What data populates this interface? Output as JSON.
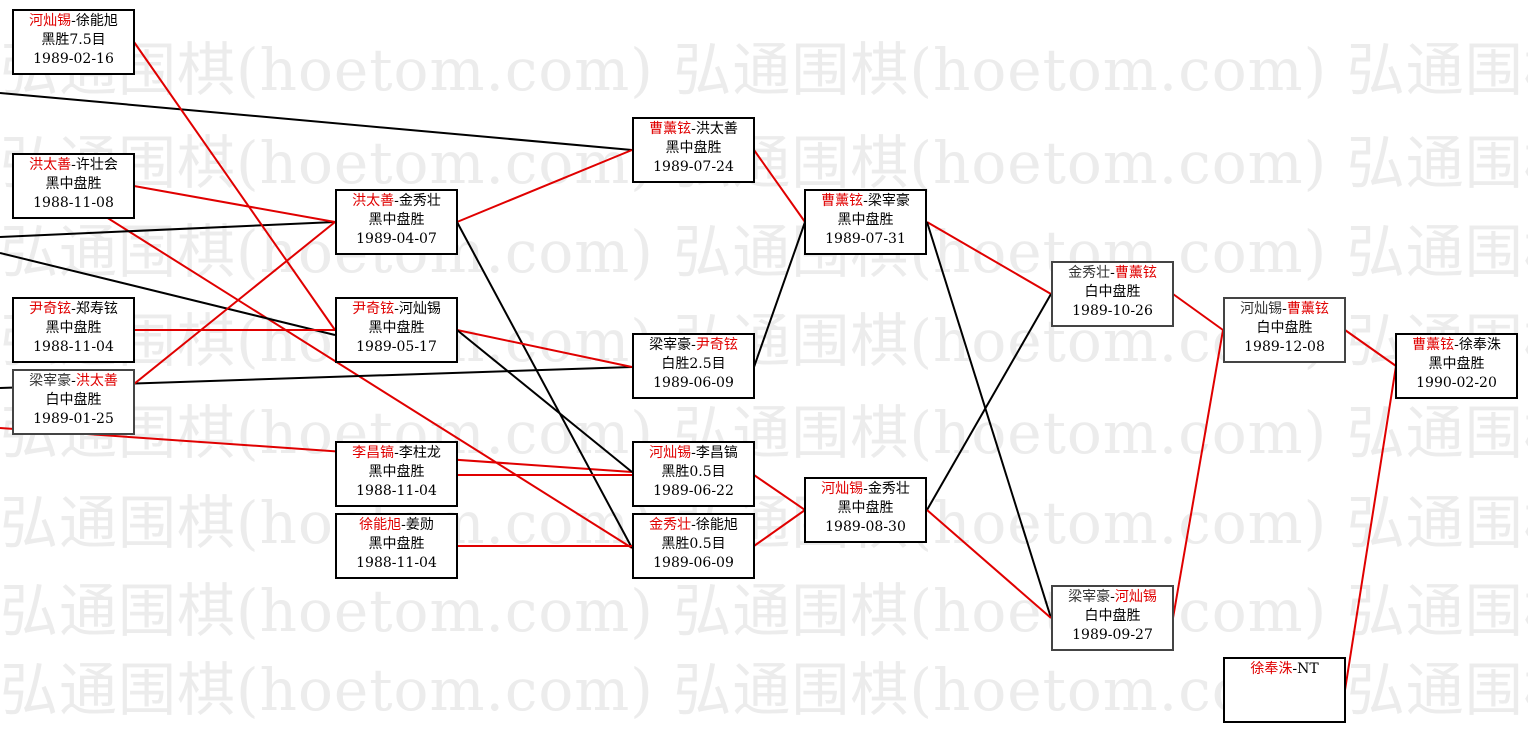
{
  "watermark": "弘通围棋(hoetom.com) 弘通围棋(hoetom.com) 弘通围棋(hoetom.com) 弘通围棋(hoetom.com)",
  "colors": {
    "winner": "#e00000",
    "loser": "#000000",
    "line_red": "#e00000",
    "line_black": "#000000"
  },
  "games": [
    {
      "id": "g1",
      "p1": "河灿锡",
      "p2": "徐能旭",
      "winner": "p1",
      "result": "黑胜7.5目",
      "date": "1989-02-16"
    },
    {
      "id": "g2",
      "p1": "洪太善",
      "p2": "许壮会",
      "winner": "p1",
      "result": "黑中盘胜",
      "date": "1988-11-08"
    },
    {
      "id": "g3",
      "p1": "尹奇铉",
      "p2": "郑寿铉",
      "winner": "p1",
      "result": "黑中盘胜",
      "date": "1988-11-04"
    },
    {
      "id": "g4",
      "p1": "梁宰豪",
      "p2": "洪太善",
      "winner": "p2",
      "result": "白中盘胜",
      "date": "1989-01-25"
    },
    {
      "id": "g5",
      "p1": "洪太善",
      "p2": "金秀壮",
      "winner": "p1",
      "result": "黑中盘胜",
      "date": "1989-04-07"
    },
    {
      "id": "g6",
      "p1": "尹奇铉",
      "p2": "河灿锡",
      "winner": "p1",
      "result": "黑中盘胜",
      "date": "1989-05-17"
    },
    {
      "id": "g7",
      "p1": "李昌镐",
      "p2": "李柱龙",
      "winner": "p1",
      "result": "黑中盘胜",
      "date": "1988-11-04"
    },
    {
      "id": "g8",
      "p1": "徐能旭",
      "p2": "姜勋",
      "winner": "p1",
      "result": "黑中盘胜",
      "date": "1988-11-04"
    },
    {
      "id": "g9",
      "p1": "曹薰铉",
      "p2": "洪太善",
      "winner": "p1",
      "result": "黑中盘胜",
      "date": "1989-07-24"
    },
    {
      "id": "g10",
      "p1": "梁宰豪",
      "p2": "尹奇铉",
      "winner": "p2",
      "result": "白胜2.5目",
      "date": "1989-06-09"
    },
    {
      "id": "g11",
      "p1": "河灿锡",
      "p2": "李昌镐",
      "winner": "p1",
      "result": "黑胜0.5目",
      "date": "1989-06-22"
    },
    {
      "id": "g12",
      "p1": "金秀壮",
      "p2": "徐能旭",
      "winner": "p1",
      "result": "黑胜0.5目",
      "date": "1989-06-09"
    },
    {
      "id": "g13",
      "p1": "曹薰铉",
      "p2": "梁宰豪",
      "winner": "p1",
      "result": "黑中盘胜",
      "date": "1989-07-31"
    },
    {
      "id": "g14",
      "p1": "河灿锡",
      "p2": "金秀壮",
      "winner": "p1",
      "result": "黑中盘胜",
      "date": "1989-08-30"
    },
    {
      "id": "g15",
      "p1": "金秀壮",
      "p2": "曹薰铉",
      "winner": "p2",
      "result": "白中盘胜",
      "date": "1989-10-26"
    },
    {
      "id": "g16",
      "p1": "梁宰豪",
      "p2": "河灿锡",
      "winner": "p2",
      "result": "白中盘胜",
      "date": "1989-09-27"
    },
    {
      "id": "g17",
      "p1": "河灿锡",
      "p2": "曹薰铉",
      "winner": "p2",
      "result": "白中盘胜",
      "date": "1989-12-08"
    },
    {
      "id": "g18",
      "p1": "徐奉洙",
      "p2": "NT",
      "winner": "p1",
      "result": "",
      "date": ""
    },
    {
      "id": "g19",
      "p1": "曹薰铉",
      "p2": "徐奉洙",
      "winner": "p1",
      "result": "黑中盘胜",
      "date": "1990-02-20"
    }
  ]
}
